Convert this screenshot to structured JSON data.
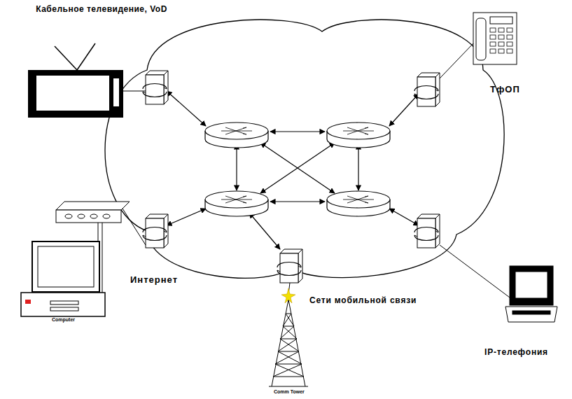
{
  "diagram": {
    "labels": [
      "Кабельное телевидение, VoD",
      "ТфОП",
      "Интернет",
      "Computer",
      "Сети мобильной связи",
      "Comm Tower",
      "IP-телефония"
    ]
  }
}
